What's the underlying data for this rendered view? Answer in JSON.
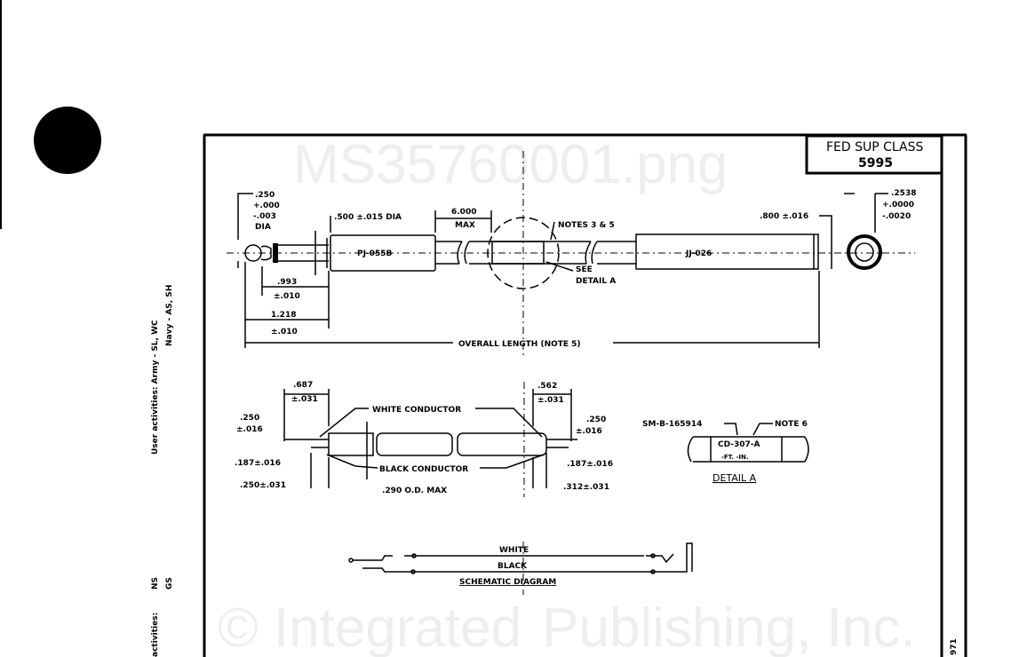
{
  "title_block": {
    "label": "FED SUP CLASS",
    "number": "5995"
  },
  "watermark": [
    "© Integrated",
    "Publishing, Inc.",
    "MS35760001.png"
  ],
  "side_text": {
    "user_activities_1": "User activities:  Army - SL, WC",
    "user_activities_2": "Navy - AS, SH",
    "review_label": "activities:",
    "review_1": "NS",
    "review_2": "GS",
    "sheet_number": "971"
  },
  "top_view": {
    "tip_dim": [
      ".250",
      "+.000",
      "-.003",
      "DIA"
    ],
    "plug_dia": ".500 ±.015 DIA",
    "plug_label": "PJ-055B",
    "length_max": [
      "6.000",
      "MAX"
    ],
    "notes": "NOTES 3 & 5",
    "see_detail": [
      "SEE",
      "DETAIL A"
    ],
    "dim_993": [
      ".993",
      "±.010"
    ],
    "dim_1218": [
      "1.218",
      "±.010"
    ],
    "overall": "OVERALL LENGTH (NOTE 5)",
    "jack_dia": ".800 ±.016",
    "jack_label": "JJ-026",
    "end_dim": [
      ".2538",
      "+.0000",
      "-.0020"
    ]
  },
  "lead_view": {
    "left_strip": [
      ".687",
      "±.031"
    ],
    "right_strip": [
      ".562",
      "±.031"
    ],
    "left_250": [
      ".250",
      "±.016"
    ],
    "right_250": [
      ".250",
      "±.016"
    ],
    "white": "WHITE CONDUCTOR",
    "black": "BLACK CONDUCTOR",
    "left_187": ".187±.016",
    "right_187": ".187±.016",
    "left_250b": ".250±.031",
    "right_312": ".312±.031",
    "od": ".290 O.D. MAX"
  },
  "detail_a": {
    "sm": "SM-B-165914",
    "note": "NOTE 6",
    "marking_1": "CD-307-A",
    "marking_2": "-FT. -IN.",
    "title": "DETAIL A"
  },
  "schematic": {
    "white": "WHITE",
    "black": "BLACK",
    "title": "SCHEMATIC DIAGRAM"
  }
}
